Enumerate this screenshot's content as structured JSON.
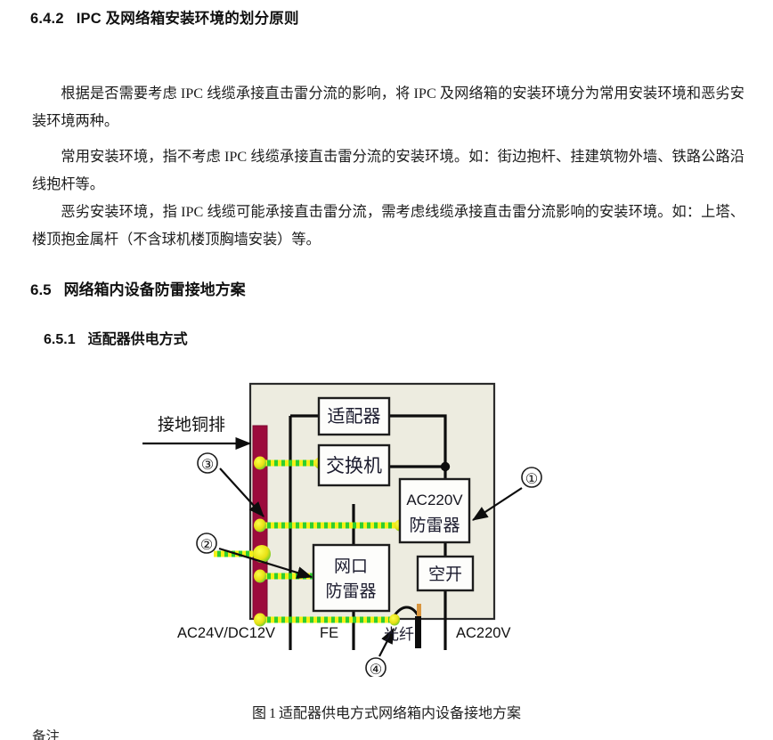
{
  "document": {
    "headings": {
      "h642": {
        "number": "6.4.2",
        "title": "IPC 及网络箱安装环境的划分原则"
      },
      "h65": {
        "number": "6.5",
        "title": "网络箱内设备防雷接地方案"
      },
      "h651": {
        "number": "6.5.1",
        "title": "适配器供电方式"
      }
    },
    "paragraphs": [
      "根据是否需要考虑 IPC 线缆承接直击雷分流的影响，将 IPC 及网络箱的安装环境分为常用安装环境和恶劣安装环境两种。",
      "常用安装环境，指不考虑 IPC 线缆承接直击雷分流的安装环境。如：街边抱杆、挂建筑物外墙、铁路公路沿线抱杆等。",
      "恶劣安装环境，指 IPC 线缆可能承接直击雷分流，需考虑线缆承接直击雷分流影响的安装环境。如：上塔、楼顶抱金属杆（不含球机楼顶胸墙安装）等。"
    ],
    "figure_caption": {
      "prefix": "图",
      "number": "1",
      "text": "适配器供电方式网络箱内设备接地方案"
    },
    "bottom_cut_text": "备注"
  },
  "figure": {
    "external_label": "接地铜排",
    "boxes": [
      {
        "id": "adapter",
        "label": "适配器"
      },
      {
        "id": "switch",
        "label": "交换机"
      },
      {
        "id": "ac220v-spd",
        "line1": "AC220V",
        "line2": "防雷器"
      },
      {
        "id": "net-port-spd",
        "line1": "网口",
        "line2": "防雷器"
      },
      {
        "id": "breaker",
        "label": "空开"
      }
    ],
    "callouts": [
      {
        "id": "callout-1",
        "label": "①"
      },
      {
        "id": "callout-2",
        "label": "②"
      },
      {
        "id": "callout-3",
        "label": "③"
      },
      {
        "id": "callout-4",
        "label": "④"
      }
    ],
    "bottom_labels": [
      {
        "id": "label-ac24v",
        "text": "AC24V/DC12V"
      },
      {
        "id": "label-fe",
        "text": "FE"
      },
      {
        "id": "label-fiber",
        "text": "光纤"
      },
      {
        "id": "label-ac220",
        "text": "AC220V"
      }
    ],
    "colors": {
      "enclosure_fill": "#edece0",
      "enclosure_stroke": "#2b2b2b",
      "busbar_fill": "#9c0b3c",
      "box_fill": "#fdfdfb",
      "wire": "#0d0d0d",
      "ground_green": "#2fce2f",
      "ground_yellow": "#f5f015",
      "fiber_orange": "#d9963f"
    }
  }
}
